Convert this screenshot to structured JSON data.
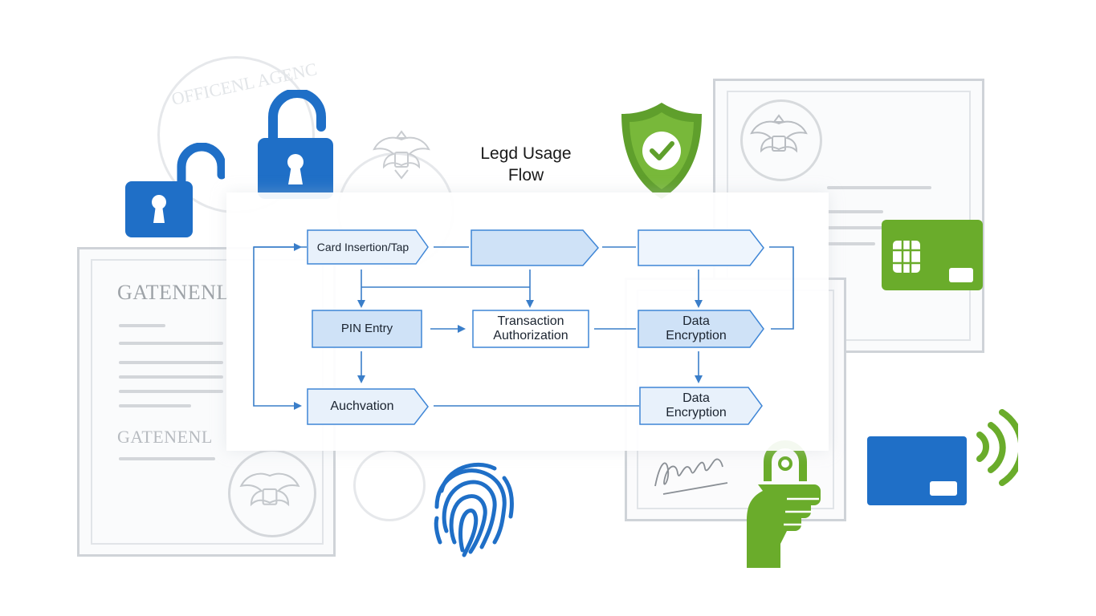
{
  "diagram": {
    "title_line1": "Legd Usage",
    "title_line2": "Flow"
  },
  "nodes": {
    "card_insertion": "Card Insertion/Tap",
    "top_middle": "",
    "top_right": "",
    "pin_entry": "PIN Entry",
    "transaction_line1": "Transaction",
    "transaction_line2": "Authorization",
    "data_enc_1_line1": "Data",
    "data_enc_1_line2": "Encryption",
    "auchvation": "Auchvation",
    "data_enc_2_line1": "Data",
    "data_enc_2_line2": "Encryption"
  },
  "background": {
    "left_doc_heading": "GATENENL",
    "left_doc_footer": "GATENENL",
    "seal_text": "OFFICENL AGENC"
  },
  "colors": {
    "blue_accent": "#1f6fc7",
    "node_fill_light": "#e8f1fb",
    "node_fill_mid": "#cfe2f7",
    "node_stroke": "#3f86d6",
    "green_accent": "#6aac2b",
    "arrow": "#3a7ec9"
  },
  "icons": [
    "unlocked-padlock-icon",
    "shield-check-icon",
    "chip-card-icon",
    "contactless-card-icon",
    "hand-padlock-icon",
    "fingerprint-icon",
    "eagle-seal-icon"
  ]
}
